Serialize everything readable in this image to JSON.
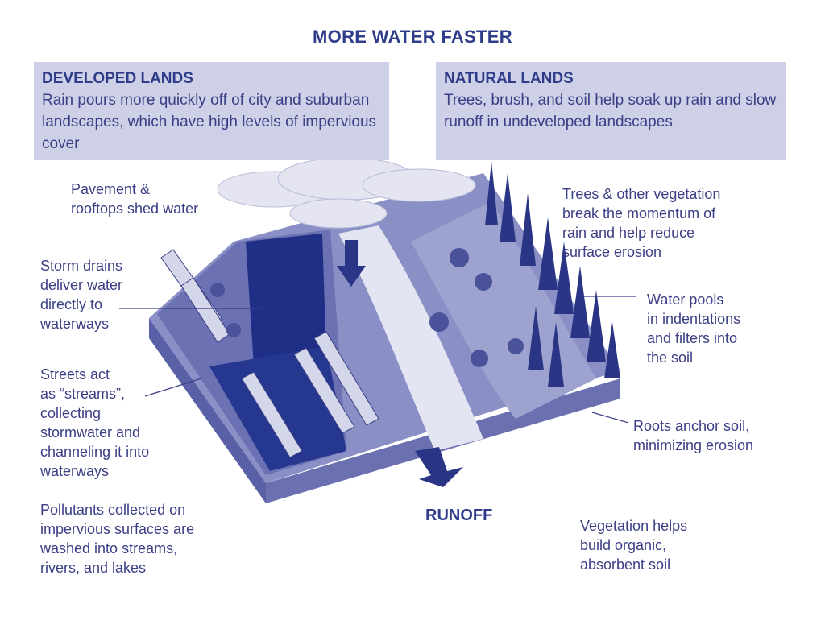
{
  "title": "MORE WATER FASTER",
  "developed": {
    "heading": "DEVELOPED LANDS",
    "body": "Rain pours more quickly off of city and suburban landscapes, which have high levels of impervious cover"
  },
  "natural": {
    "heading": "NATURAL LANDS",
    "body": "Trees, brush, and soil help soak up rain and slow runoff in undeveloped landscapes"
  },
  "labels": {
    "pavement": "Pavement &\nrooftops shed water",
    "storm_drains": "Storm drains\ndeliver water\ndirectly to\nwaterways",
    "streets": "Streets act\nas “streams”,\ncollecting\nstormwater and\nchanneling it into\nwaterways",
    "pollutants": "Pollutants collected on\nimpervious surfaces are\nwashed into streams,\nrivers, and lakes",
    "trees": "Trees & other vegetation\nbreak the momentum of\n rain and help reduce\n  surface erosion",
    "water_pools": "Water pools\nin indentations\nand filters into\nthe soil",
    "roots": "Roots anchor soil,\nminimizing erosion",
    "vegetation": "Vegetation helps\nbuild organic,\nabsorbent soil",
    "runoff": "RUNOFF"
  },
  "colors": {
    "text": "#3b3f86",
    "heading": "#2f3c8a",
    "panel": "#cdd0e6",
    "ground": "#8a8fc6",
    "dark_water": "#1f2f85"
  }
}
